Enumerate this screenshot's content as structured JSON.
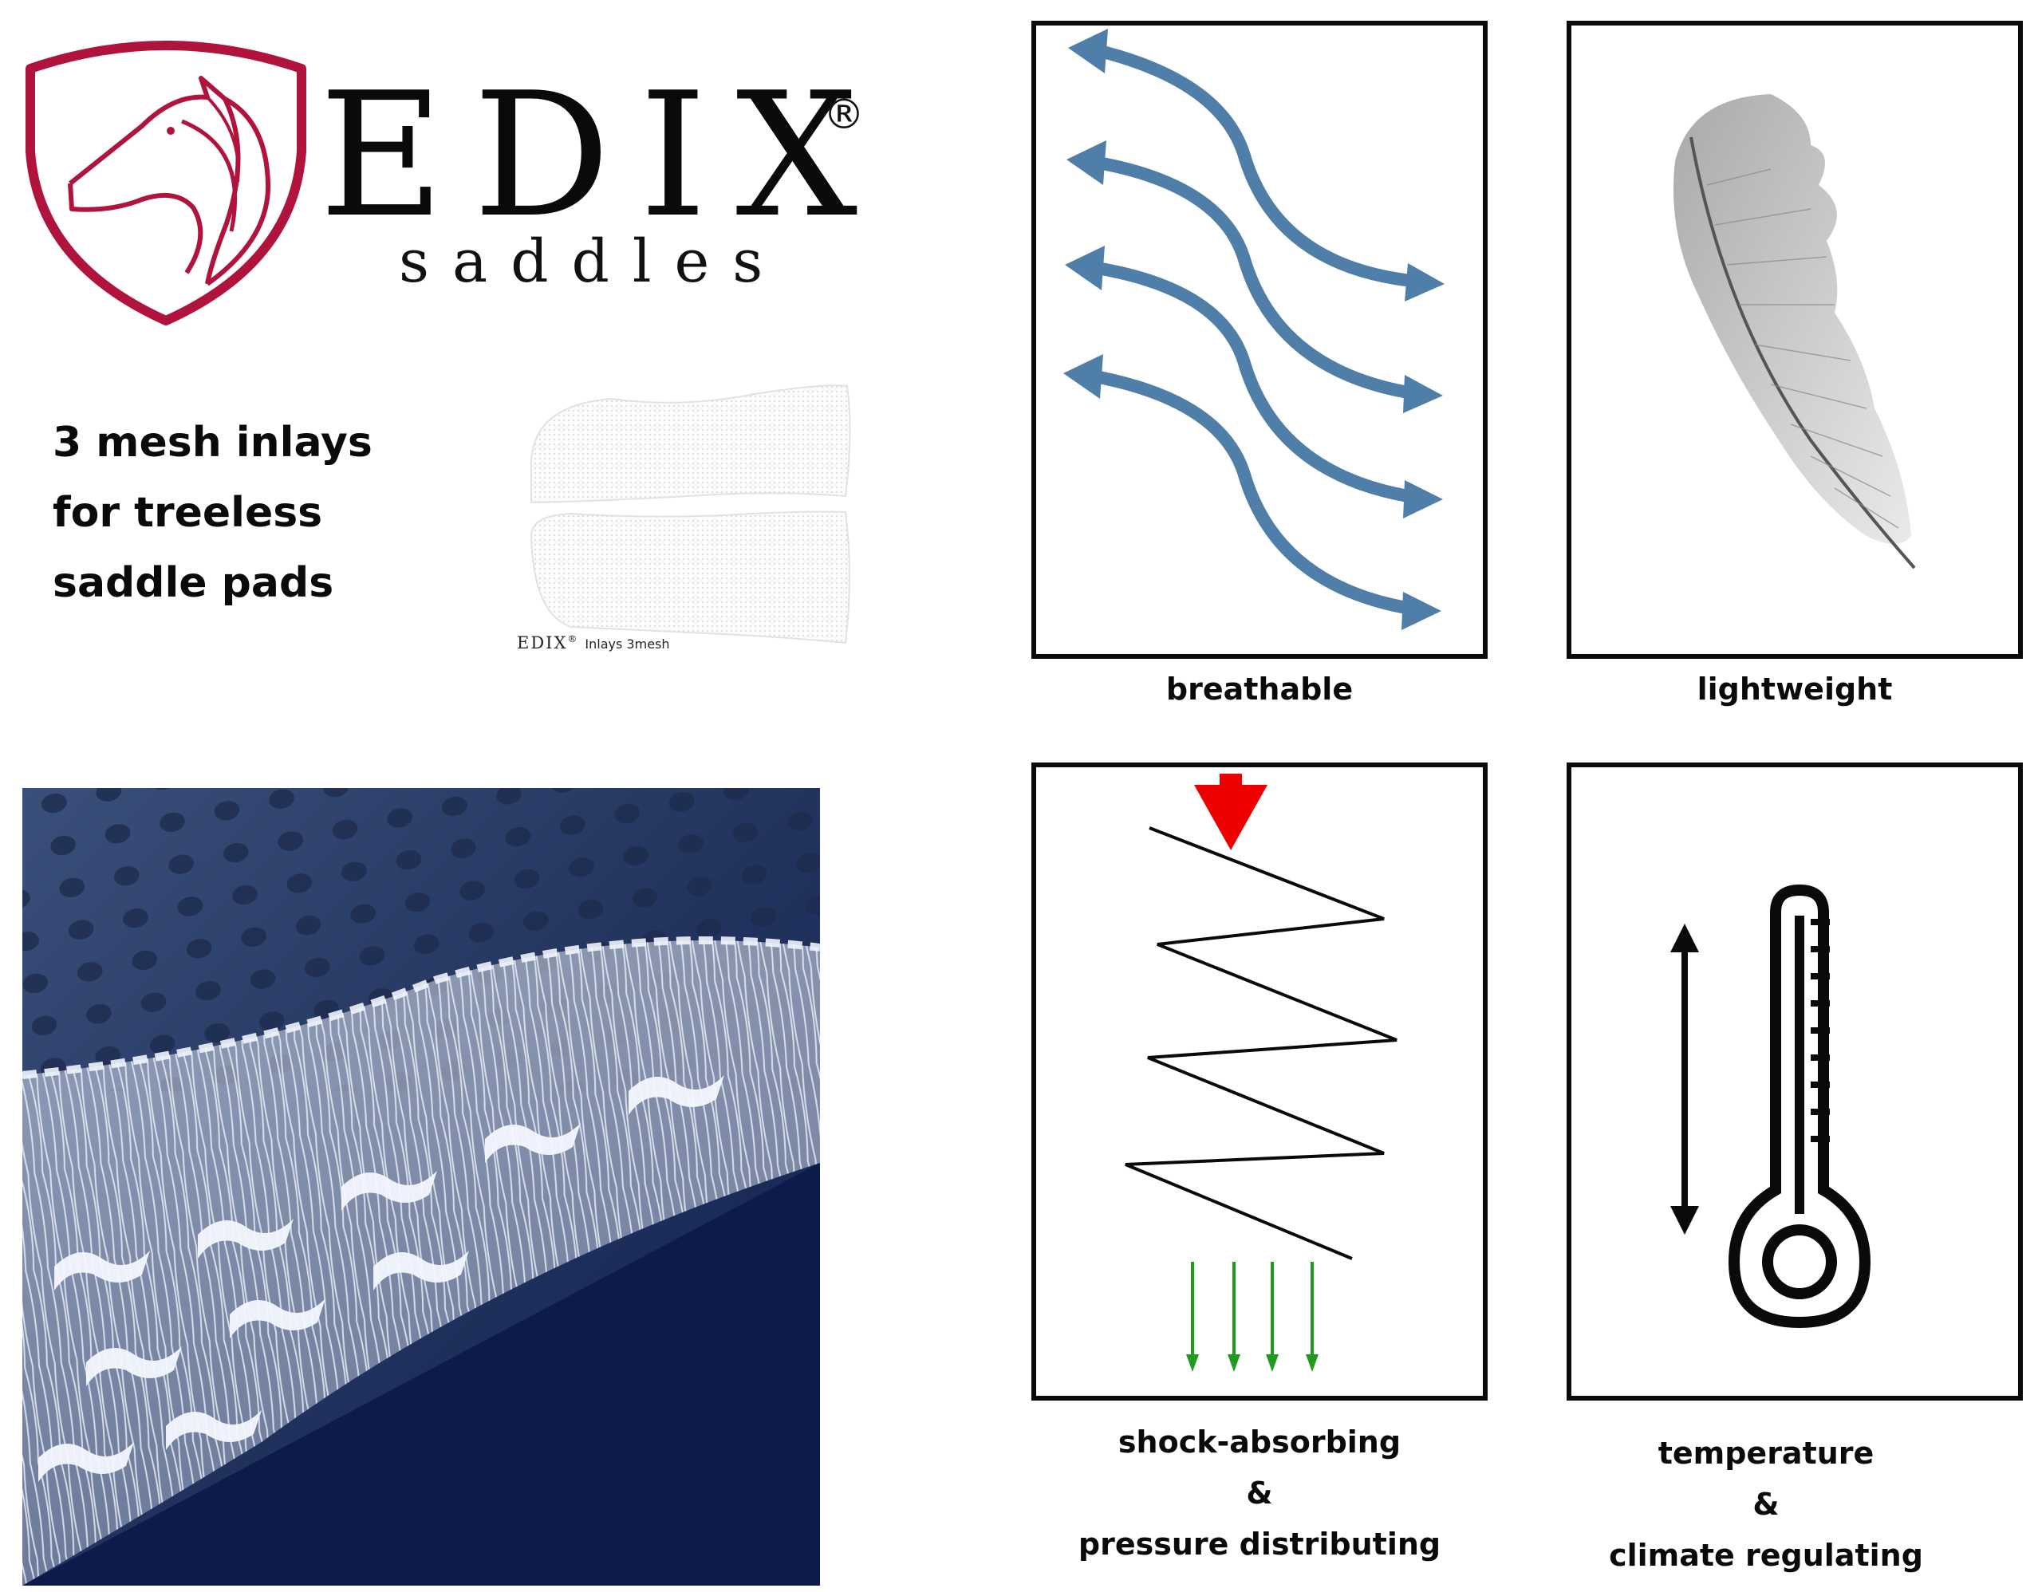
{
  "brand": {
    "name": "EDIX",
    "registered_mark": "®",
    "subtitle": "saddles",
    "shield_color": "#b0143c"
  },
  "tagline": {
    "lines": [
      "3 mesh inlays",
      "for treeless",
      "saddle pads"
    ]
  },
  "product": {
    "caption_brand": "EDIX",
    "caption_mark": "®",
    "caption_text": "Inlays 3mesh"
  },
  "features": {
    "breathable": {
      "label": "breathable",
      "arrow_color": "#4f7fa8"
    },
    "lightweight": {
      "label": "lightweight"
    },
    "shock": {
      "line1": "shock-absorbing",
      "line2": "&",
      "line3": "pressure distributing",
      "press_arrow_color": "#ee0000",
      "flow_arrow_color": "#1f9a1f"
    },
    "temperature": {
      "line1": "temperature",
      "line2": "&",
      "line3": "climate regulating"
    }
  },
  "colors": {
    "background": "#ffffff",
    "mesh_photo_dark": "#0f1f4f",
    "text": "#0a0a0a"
  }
}
